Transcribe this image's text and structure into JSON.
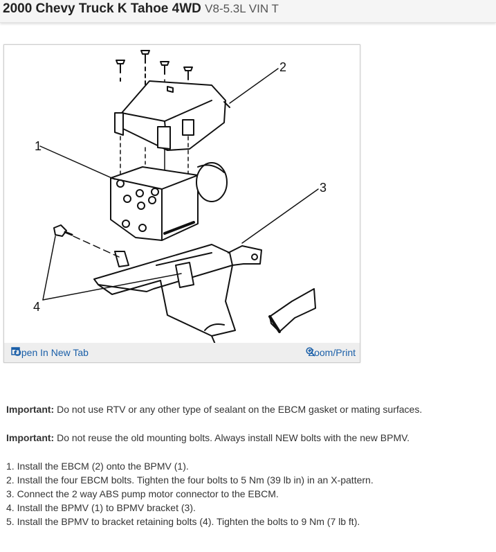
{
  "header": {
    "vehicle": "2000 Chevy Truck K Tahoe 4WD",
    "engine": "V8-5.3L VIN T"
  },
  "figure": {
    "callouts": [
      "1",
      "2",
      "3",
      "4"
    ],
    "toolbar": {
      "open_tab": "Open In New Tab",
      "zoom_print": "Zoom/Print"
    },
    "icons": {
      "open_tab": "open-tab-icon",
      "zoom": "zoom-in-icon"
    },
    "link_color": "#1a5fa8"
  },
  "notes": [
    {
      "label": "Important:",
      "text": " Do not use RTV or any other type of sealant on the EBCM gasket or mating surfaces."
    },
    {
      "label": "Important:",
      "text": " Do not reuse the old mounting bolts. Always install NEW bolts with the new BPMV."
    }
  ],
  "steps": [
    "1. Install the EBCM (2) onto the BPMV (1).",
    "2. Install the four EBCM bolts. Tighten the four bolts to 5 Nm (39 lb in) in an X-pattern.",
    "3. Connect the 2 way ABS pump motor connector to the EBCM.",
    "4. Install the BPMV (1) to BPMV bracket (3).",
    "5. Install the BPMV to bracket retaining bolts (4). Tighten the bolts to 9 Nm (7 lb ft)."
  ]
}
